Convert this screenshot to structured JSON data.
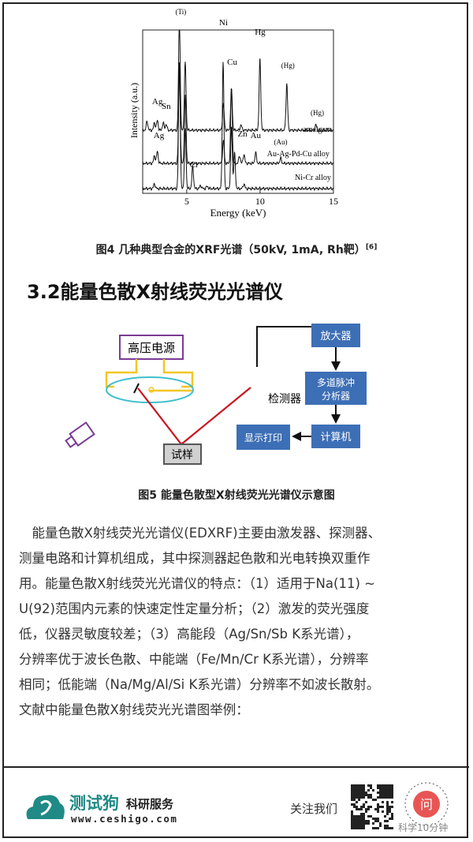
{
  "figure4": {
    "caption": "图4 几种典型合金的XRF光谱（50kV, 1mA, Rh靶）",
    "ref": "[6]"
  },
  "chart_data": {
    "type": "line",
    "xlabel": "Energy (keV)",
    "ylabel": "Intensity (a.u.)",
    "xlim": [
      2,
      15
    ],
    "xticks": [
      5,
      10,
      15
    ],
    "grid": false,
    "series": [
      {
        "name": "amalgam",
        "peaks": [
          [
            2.3,
            0.12
          ],
          [
            2.8,
            0.1
          ],
          [
            3.0,
            0.13
          ],
          [
            3.4,
            0.1
          ],
          [
            3.6,
            0.08
          ],
          [
            4.5,
            1.5
          ],
          [
            4.9,
            0.9
          ],
          [
            7.5,
            0.35
          ],
          [
            8.05,
            0.55
          ],
          [
            8.7,
            0.07
          ],
          [
            9.99,
            0.95
          ],
          [
            11.82,
            0.62
          ],
          [
            13.8,
            0.07
          ]
        ]
      },
      {
        "name": "Au-Ag-Pd-Cu alloy",
        "peaks": [
          [
            2.8,
            0.1
          ],
          [
            3.0,
            0.16
          ],
          [
            4.5,
            1.3
          ],
          [
            4.9,
            0.9
          ],
          [
            7.5,
            0.3
          ],
          [
            8.05,
            1.0
          ],
          [
            8.6,
            0.1
          ],
          [
            8.9,
            0.12
          ],
          [
            9.7,
            0.14
          ],
          [
            11.4,
            0.07
          ]
        ]
      },
      {
        "name": "Ni-Cr alloy",
        "peaks": [
          [
            2.8,
            0.06
          ],
          [
            4.5,
            1.6
          ],
          [
            4.9,
            0.75
          ],
          [
            5.41,
            0.28
          ],
          [
            5.95,
            0.04
          ],
          [
            6.4,
            0.03
          ],
          [
            7.48,
            1.6
          ],
          [
            8.05,
            0.78
          ],
          [
            8.26,
            0.45
          ],
          [
            8.9,
            0.06
          ]
        ]
      }
    ],
    "annotations": [
      "(Ti)",
      "Ni",
      "Hg",
      "Cu",
      "(Hg)",
      "(Hg)",
      "Ag",
      "Sn",
      "Ag",
      "Zn",
      "Au",
      "(Au)",
      "Cr",
      "amalgam",
      "Au-Ag-Pd-Cu alloy",
      "Ni-Cr alloy"
    ]
  },
  "heading": "3.2能量色散X射线荧光光谱仪",
  "figure5": {
    "caption": "图5 能量色散型X射线荧光光谱仪示意图",
    "labels": {
      "power": "高压电源",
      "sample": "试样",
      "detector": "检测器",
      "amplifier": "放大器",
      "analyzer_1": "多道脉冲",
      "analyzer_2": "分析器",
      "computer": "计算机",
      "display": "显示打印"
    },
    "colors": {
      "box_blue": "#3d6fb6",
      "beam_red": "#c8161d",
      "tube_yellow": "#f3c623",
      "cloud_teal": "#3fbfcc",
      "power_purple": "#7a3b95"
    }
  },
  "body": {
    "lines": [
      "　能量色散X射线荧光光谱仪(EDXRF)主要由激发器、探测器、",
      "测量电路和计算机组成，其中探测器起色散和光电转换双重作",
      "用。能量色散X射线荧光光谱仪的特点：（1）适用于Na(11) ~",
      "U(92)范围内元素的快速定性定量分析；（2）激发的荧光强度",
      "低，仪器灵敏度较差；（3）高能段（Ag/Sn/Sb K系光谱），",
      "分辨率优于波长色散、中能端（Fe/Mn/Cr K系光谱），分辨率",
      "相同；低能端（Na/Mg/Al/Si K系光谱）分辨率不如波长散射。",
      "文献中能量色散X射线荧光光谱图举例："
    ]
  },
  "footer": {
    "brand": "测试狗",
    "service": "科研服务",
    "url": "www.ceshigo.com",
    "follow": "关注我们",
    "wechat_name": "科学10分钟",
    "brand_color": "#1f8a86"
  }
}
